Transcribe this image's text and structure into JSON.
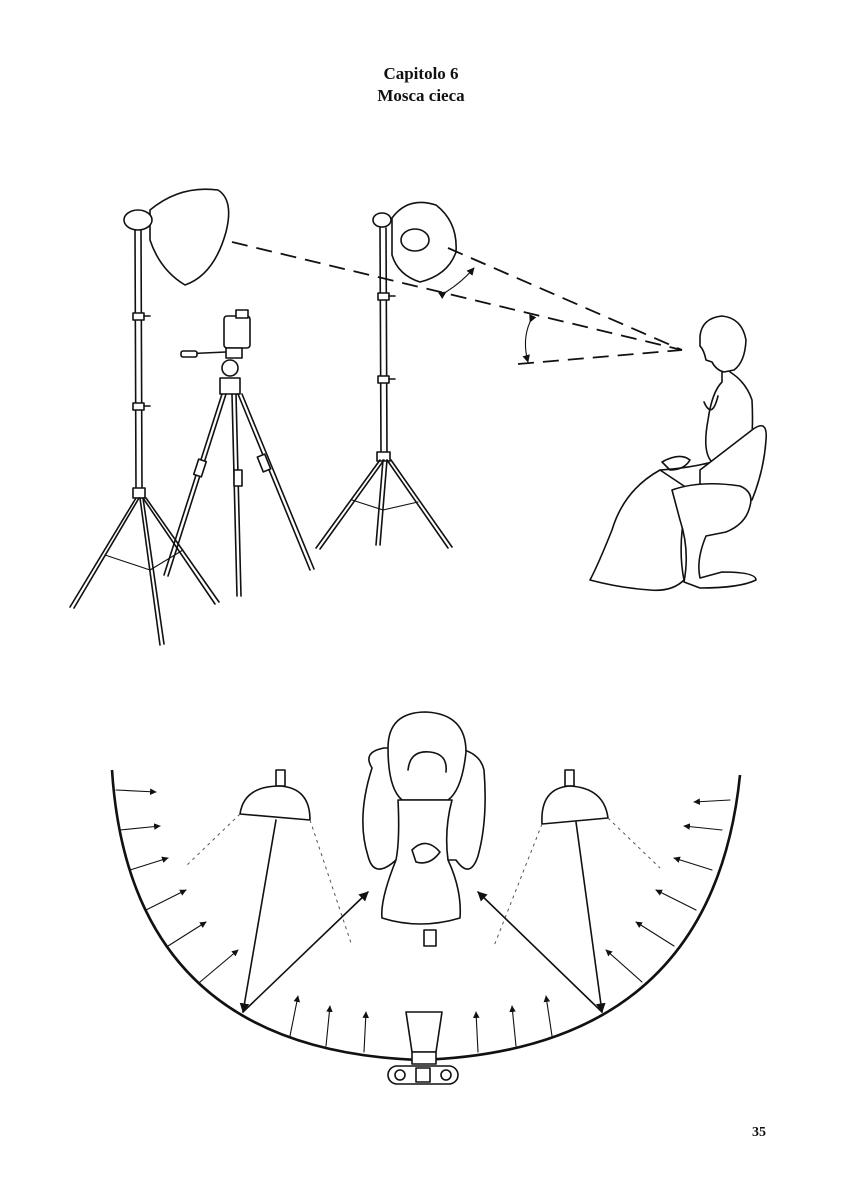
{
  "chapter": {
    "title": "Capitolo 6",
    "subtitle": "Mosca cieca"
  },
  "page_number": "35",
  "illustrations": {
    "top": {
      "elements": [
        "floodlight-stand",
        "camera-tripod",
        "spotlight-stand",
        "seated-woman"
      ]
    },
    "bottom": {
      "elements": [
        "curved-backdrop",
        "left-spotlight",
        "right-spotlight",
        "seated-woman-top-view",
        "camera-top-view"
      ]
    }
  },
  "colors": {
    "ink": "#111111",
    "paper": "#ffffff"
  }
}
